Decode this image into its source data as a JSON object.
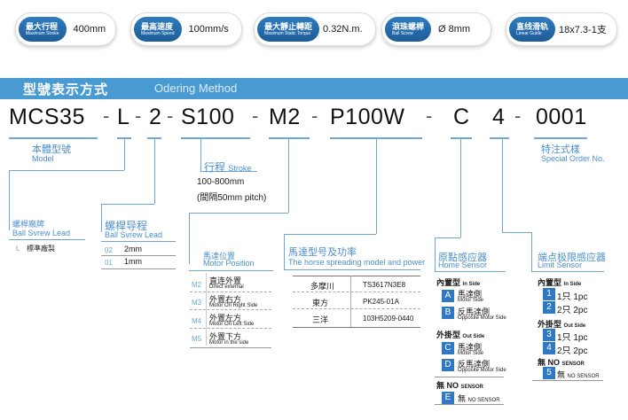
{
  "badges": [
    {
      "zh": "最大行程",
      "en": "Maximum Stroke",
      "value": "400mm"
    },
    {
      "zh": "最高速度",
      "en": "Maximum Speed",
      "value": "100mm/s"
    },
    {
      "zh": "最大靜止轉距",
      "en": "Maximum Static Torque",
      "value": "0.32N.m."
    },
    {
      "zh": "滾珠螺桿",
      "en": "Ball Screw",
      "value": "Ø 8mm"
    },
    {
      "zh": "直线滑轨",
      "en": "Linear Guide",
      "value": "18x7.3-1支"
    }
  ],
  "section": {
    "title_zh": "型號表示方式",
    "title_en": "Odering Method"
  },
  "code": {
    "parts": [
      "MCS35",
      "L",
      "2",
      "S100",
      "M2",
      "P100W",
      "C",
      "4",
      "0001"
    ],
    "dash": "-"
  },
  "model": {
    "zh": "本體型號",
    "en": "Model"
  },
  "special": {
    "zh": "特注式樣",
    "en": "Special Order No."
  },
  "stroke": {
    "zh": "行程",
    "en": "Stroke",
    "range": "100-800mm",
    "note": "(間隔50mm pitch)"
  },
  "ball_lead": {
    "zh": "螺桿廠牌",
    "en": "Ball Svrew Lead",
    "opt_code": "L",
    "opt_label": "標準廠製"
  },
  "screw_lead": {
    "zh": "螺桿导程",
    "en": "Ball Svrew Lead",
    "opts": [
      {
        "code": "02",
        "val": "2mm"
      },
      {
        "code": "01",
        "val": "1mm"
      }
    ]
  },
  "motor_pos": {
    "zh": "馬達位置",
    "en": "Motor Position",
    "opts": [
      {
        "code": "M2",
        "zh": "直连外置",
        "en": "Direct external"
      },
      {
        "code": "M3",
        "zh": "外置右方",
        "en": "Motor On Right Side"
      },
      {
        "code": "M4",
        "zh": "外置左方",
        "en": "Motor On Left Side"
      },
      {
        "code": "M5",
        "zh": "外置下方",
        "en": "Motor in the side"
      }
    ]
  },
  "motor_type": {
    "zh": "馬達型号及功率",
    "en": "The horse spreading model and power",
    "rows": [
      {
        "brand": "多摩川",
        "model": "TS3617N3E8"
      },
      {
        "brand": "東方",
        "model": "PK245-01A"
      },
      {
        "brand": "三洋",
        "model": "103H5209-0440"
      }
    ]
  },
  "home": {
    "zh": "原點感应器",
    "en": "Home Sensor",
    "in_label": "內置型",
    "in_en": "In Side",
    "out_label": "外掛型",
    "out_en": "Out Side",
    "none_label": "無 NO",
    "none_en": "SENSOR",
    "opts": [
      {
        "code": "A",
        "zh": "馬達側",
        "en": "Motor Side"
      },
      {
        "code": "B",
        "zh": "反馬達側",
        "en": "Opposite Motor Side"
      },
      {
        "code": "C",
        "zh": "馬達側",
        "en": "Motor Side"
      },
      {
        "code": "D",
        "zh": "反馬達側",
        "en": "Opposite Motor Side"
      },
      {
        "code": "E",
        "zh": "無",
        "en": "NO SENSOR"
      }
    ]
  },
  "limit": {
    "zh": "端点极限感应器",
    "en": "Limit Sensor",
    "in_label": "內置型",
    "in_en": "In Side",
    "out_label": "外掛型",
    "out_en": "Out Side",
    "none_label": "無 NO",
    "none_en": "SENSOR",
    "opts": [
      {
        "code": "1",
        "zh": "1只 1pc"
      },
      {
        "code": "2",
        "zh": "2只 2pc"
      },
      {
        "code": "3",
        "zh": "1只 1pc"
      },
      {
        "code": "4",
        "zh": "2只 2pc"
      },
      {
        "code": "5",
        "zh": "無",
        "en": "NO SENSOR"
      }
    ]
  },
  "colors": {
    "accent": "#2f79c4",
    "bar": "#4a9ad2",
    "line": "#6fa6d2"
  }
}
